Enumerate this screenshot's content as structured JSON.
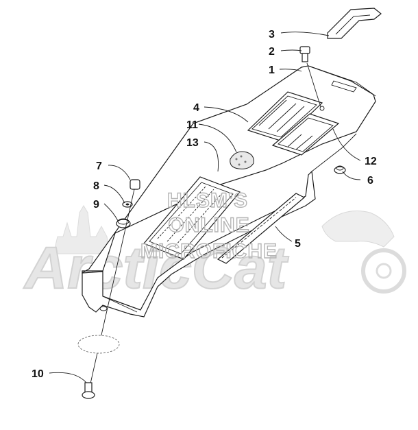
{
  "watermark": {
    "brand": "ArcticCat",
    "lines": [
      "HLSM'S",
      "ONLINE",
      "MICROFICHE"
    ]
  },
  "callouts": [
    {
      "id": "1",
      "label": "1"
    },
    {
      "id": "2",
      "label": "2"
    },
    {
      "id": "3",
      "label": "3"
    },
    {
      "id": "4",
      "label": "4"
    },
    {
      "id": "5",
      "label": "5"
    },
    {
      "id": "6",
      "label": "6"
    },
    {
      "id": "7",
      "label": "7"
    },
    {
      "id": "8",
      "label": "8"
    },
    {
      "id": "9",
      "label": "9"
    },
    {
      "id": "10",
      "label": "10"
    },
    {
      "id": "11",
      "label": "11"
    },
    {
      "id": "12",
      "label": "12"
    },
    {
      "id": "13",
      "label": "13"
    }
  ]
}
